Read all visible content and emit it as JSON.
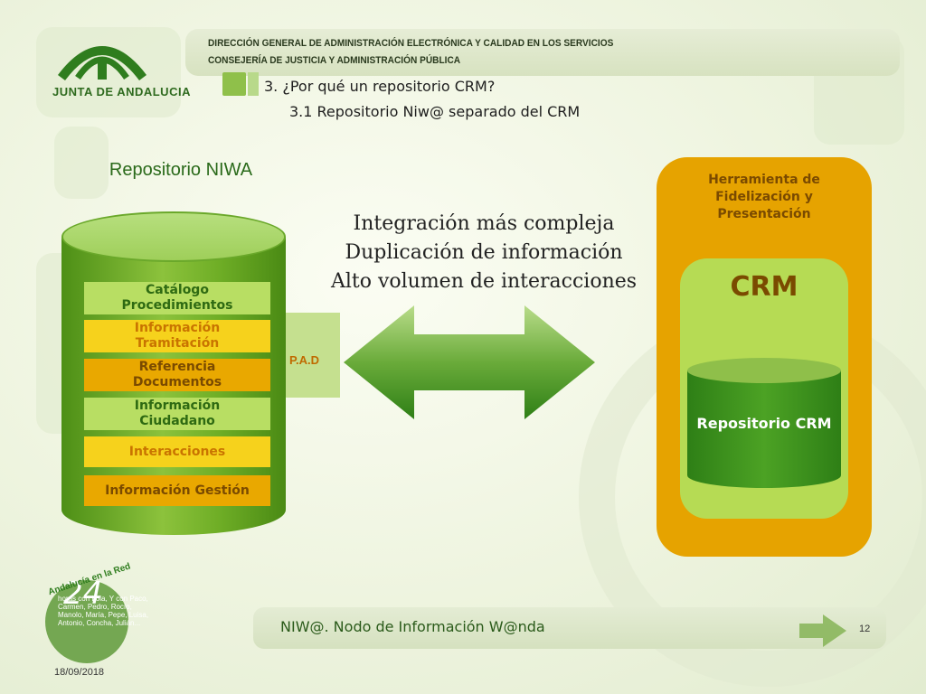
{
  "header": {
    "line1": "DIRECCIÓN GENERAL DE ADMINISTRACIÓN ELECTRÓNICA Y CALIDAD EN LOS SERVICIOS",
    "line2": "CONSEJERÍA DE JUSTICIA Y ADMINISTRACIÓN PÚBLICA",
    "logo_label": "JUNTA DE ANDALUCIA"
  },
  "section": {
    "title": "3. ¿Por qué un repositorio CRM?",
    "subtitle": "3.1  Repositorio Niw@ separado del CRM"
  },
  "repo_niwa": {
    "title": "Repositorio NIWA",
    "bands": [
      {
        "label": "Catálogo Procedimientos",
        "bg": "#b8de63",
        "color": "#2e6a12"
      },
      {
        "label": "Información Tramitación",
        "bg": "#f6d21c",
        "color": "#c97400"
      },
      {
        "label": "Referencia Documentos",
        "bg": "#e9a800",
        "color": "#7a4a00"
      },
      {
        "label": "Información Ciudadano",
        "bg": "#b8de63",
        "color": "#2e6a12"
      },
      {
        "label": "Interacciones",
        "bg": "#f6d21c",
        "color": "#c97400"
      },
      {
        "label": "Información Gestión",
        "bg": "#e9a800",
        "color": "#7a4a00"
      }
    ],
    "pad_label": "P.A.D"
  },
  "central_text": {
    "line1": "Integración más compleja",
    "line2": "Duplicación de información",
    "line3": "Alto volumen de interacciones"
  },
  "crm_box": {
    "title": "Herramienta de Fidelización y Presentación",
    "crm_label": "CRM",
    "repo_label": "Repositorio CRM"
  },
  "badge": {
    "number": "24",
    "arc_text": "Andalucía en la Red",
    "text": "horas con Lola, Y con Paco, Carmen, Pedro, Rocío, Manolo, María, Pepe, Luisa, Antonio, Concha, Julián..."
  },
  "footer": {
    "title": "NIW@. Nodo de Información W@nda",
    "page": "12",
    "date": "18/09/2018"
  },
  "colors": {
    "green_dark": "#2e7f16",
    "orange": "#e6a300",
    "lime": "#b6db54"
  }
}
